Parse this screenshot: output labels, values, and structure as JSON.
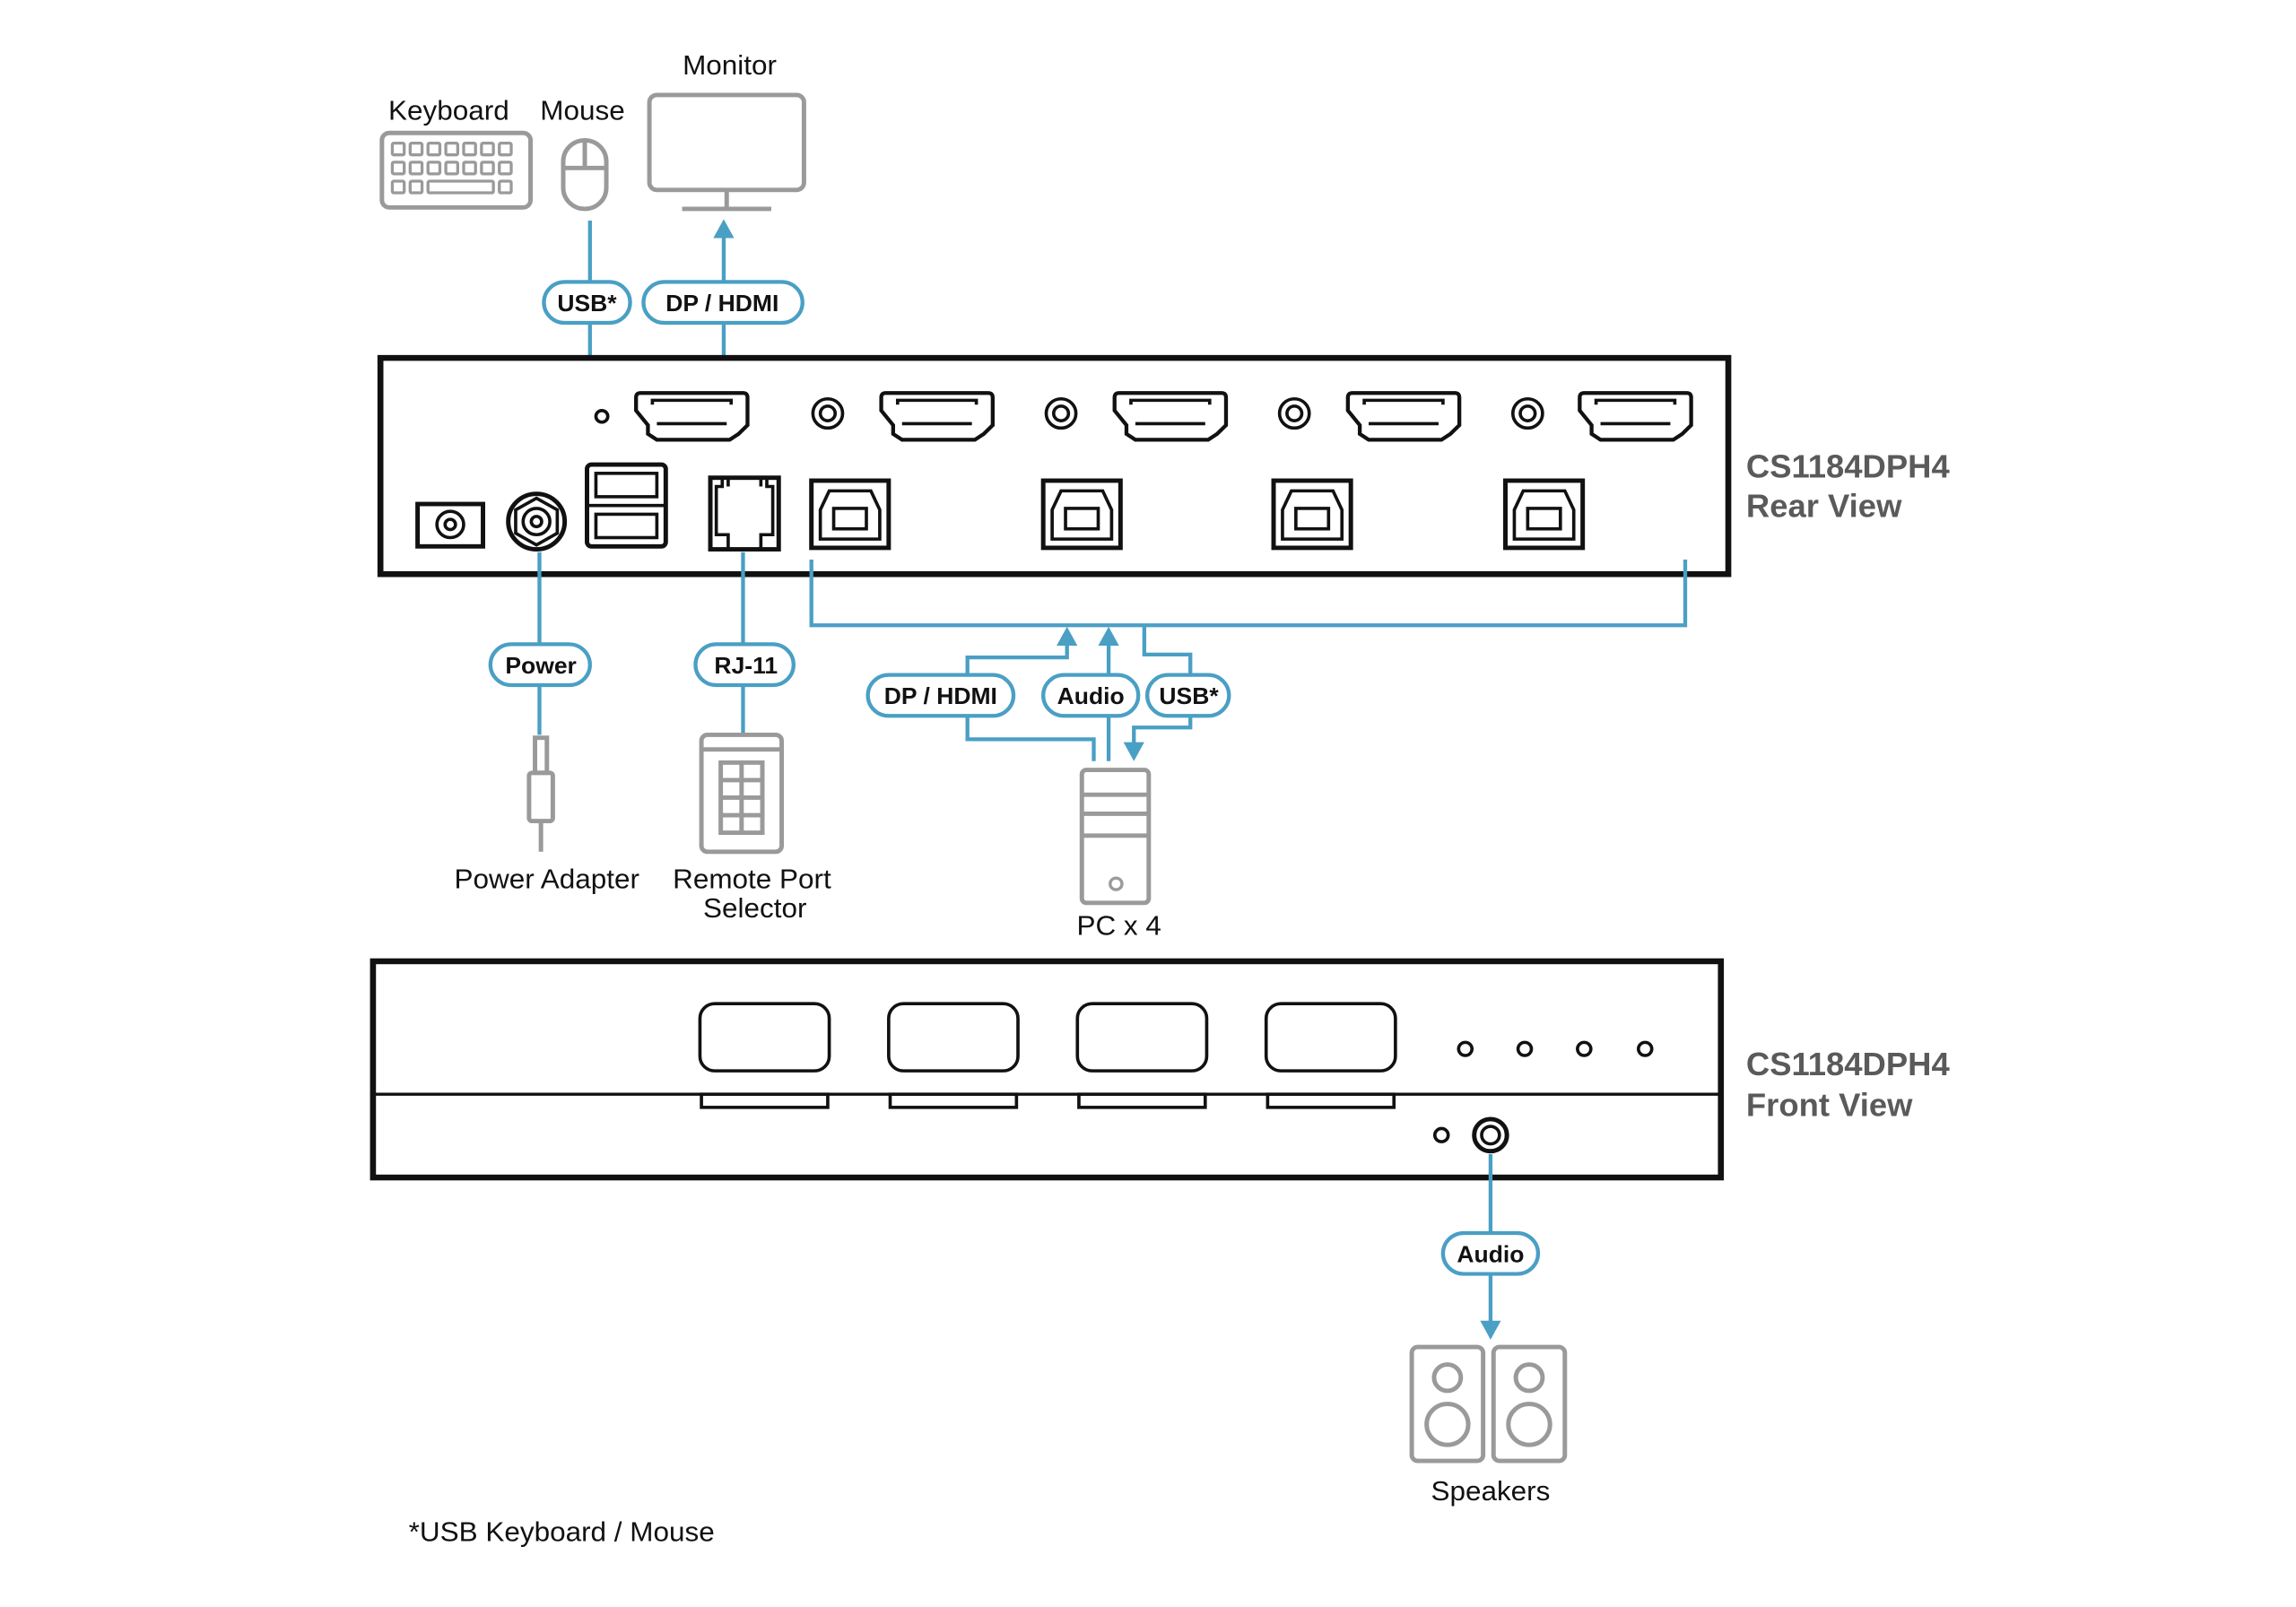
{
  "devices": {
    "keyboard": "Keyboard",
    "mouse": "Mouse",
    "monitor": "Monitor",
    "power_adapter": "Power Adapter",
    "remote_port_selector_line1": "Remote Port",
    "remote_port_selector_line2": "Selector",
    "pc": "PC x 4",
    "speakers": "Speakers"
  },
  "connections": {
    "console_usb": "USB*",
    "console_video": "DP / HDMI",
    "power": "Power",
    "rj11": "RJ-11",
    "pc_video": "DP / HDMI",
    "pc_audio": "Audio",
    "pc_usb": "USB*",
    "speaker_audio": "Audio"
  },
  "rear_view": {
    "model": "CS1184DPH4",
    "caption": "Rear View"
  },
  "front_view": {
    "model": "CS1184DPH4",
    "caption": "Front View"
  },
  "footnote": "*USB Keyboard / Mouse",
  "colors": {
    "wire": "#4a9fc4",
    "device_outline": "#9a9a9a",
    "panel_outline": "#111111",
    "model_text": "#5a5a5a"
  }
}
